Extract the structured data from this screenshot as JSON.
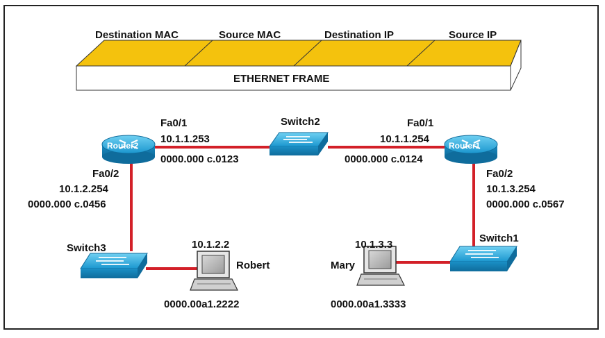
{
  "colors": {
    "frame_field_fill": "#f4c20d",
    "link_red": "#d32028",
    "device_blue": "#1ea3d8",
    "text": "#111111"
  },
  "frame": {
    "fields": [
      "Destination MAC",
      "Source MAC",
      "Destination IP",
      "Source IP"
    ],
    "label": "ETHERNET FRAME"
  },
  "devices": {
    "router2": {
      "name": "Router2",
      "icon": "router-icon"
    },
    "router1": {
      "name": "Router1",
      "icon": "router-icon"
    },
    "switch2": {
      "name": "Switch2",
      "icon": "switch-icon"
    },
    "switch3": {
      "name": "Switch3",
      "icon": "switch-icon"
    },
    "switch1": {
      "name": "Switch1",
      "icon": "switch-icon"
    },
    "robert": {
      "name": "Robert",
      "ip": "10.1.2.2",
      "mac": "0000.00a1.2222",
      "icon": "pc-icon"
    },
    "mary": {
      "name": "Mary",
      "ip": "10.1.3.3",
      "mac": "0000.00a1.3333",
      "icon": "pc-icon"
    }
  },
  "interfaces": {
    "r2_fa01": {
      "name": "Fa0/1",
      "ip": "10.1.1.253",
      "mac": "0000.000 c.0123"
    },
    "r2_fa02": {
      "name": "Fa0/2",
      "ip": "10.1.2.254",
      "mac": "0000.000 c.0456"
    },
    "r1_fa01": {
      "name": "Fa0/1",
      "ip": "10.1.1.254",
      "mac": "0000.000 c.0124"
    },
    "r1_fa02": {
      "name": "Fa0/2",
      "ip": "10.1.3.254",
      "mac": "0000.000 c.0567"
    }
  }
}
